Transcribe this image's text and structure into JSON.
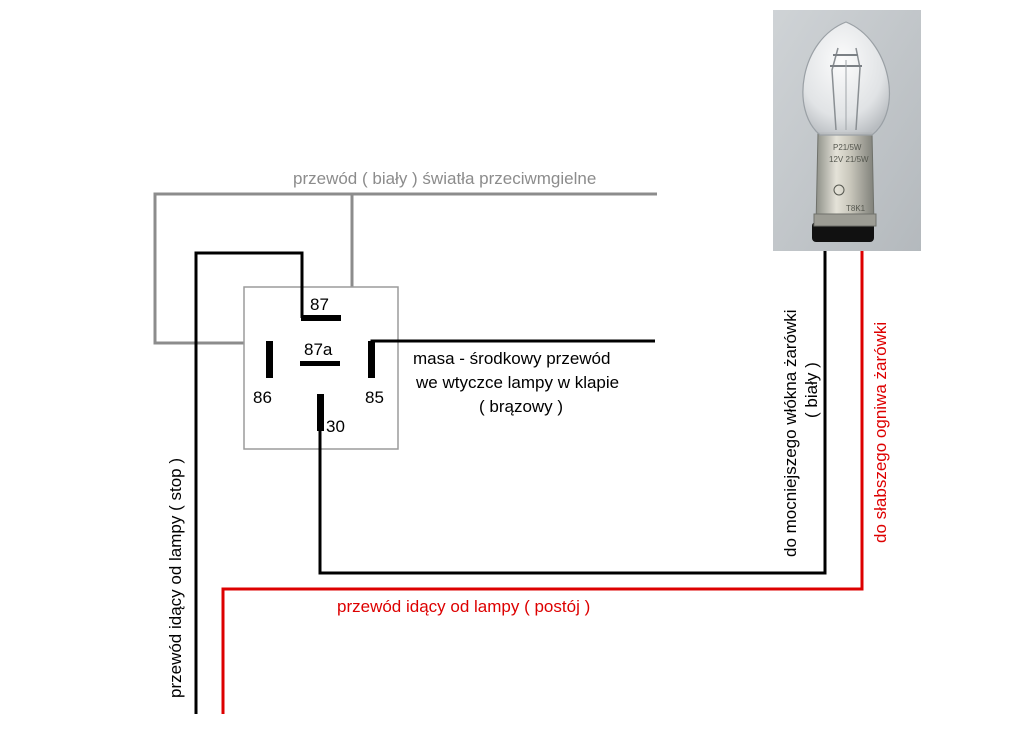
{
  "labels": {
    "fog_wire": "przewód ( biały ) światła przeciwmgielne",
    "ground_line1": "masa - środkowy przewód",
    "ground_line2": "we wtyczce lampy w klapie",
    "ground_line3": "( brązowy )",
    "stop_wire": "przewód idący od lampy ( stop )",
    "parking_wire": "przewód idący od lampy ( postój )",
    "strong_filament_line1": "do mocniejszego włókna żarówki",
    "strong_filament_line2": "( biały )",
    "weak_filament": "do słabszego ogniwa żarówki"
  },
  "relay": {
    "pin_87": "87",
    "pin_87a": "87a",
    "pin_86": "86",
    "pin_85": "85",
    "pin_30": "30"
  },
  "bulb": {
    "marking1": "P21/5W",
    "marking2": "12V 21/5W",
    "marking3": "T8K1"
  },
  "colors": {
    "gray_wire": "#8c8c8c",
    "black_wire": "#000000",
    "red_wire": "#dd0000"
  }
}
